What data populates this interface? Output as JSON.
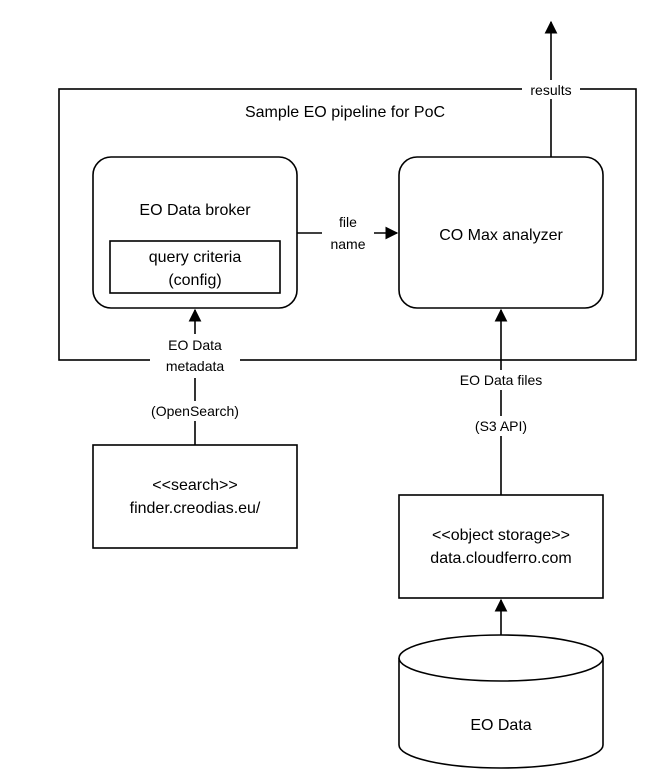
{
  "pipeline": {
    "title": "Sample EO pipeline for PoC"
  },
  "broker": {
    "title": "EO Data broker",
    "criteria_line1": "query criteria",
    "criteria_line2": "(config)"
  },
  "analyzer": {
    "title": "CO Max analyzer"
  },
  "edges": {
    "file_name_line1": "file",
    "file_name_line2": "name",
    "results": "results",
    "metadata_line1": "EO Data",
    "metadata_line2": "metadata",
    "data_files": "EO Data files",
    "opensearch": "(OpenSearch)",
    "s3api": "(S3 API)"
  },
  "search": {
    "stereotype": "<<search>>",
    "host": "finder.creodias.eu/"
  },
  "storage": {
    "stereotype": "<<object storage>>",
    "host": "data.cloudferro.com"
  },
  "database": {
    "label": "EO Data"
  }
}
